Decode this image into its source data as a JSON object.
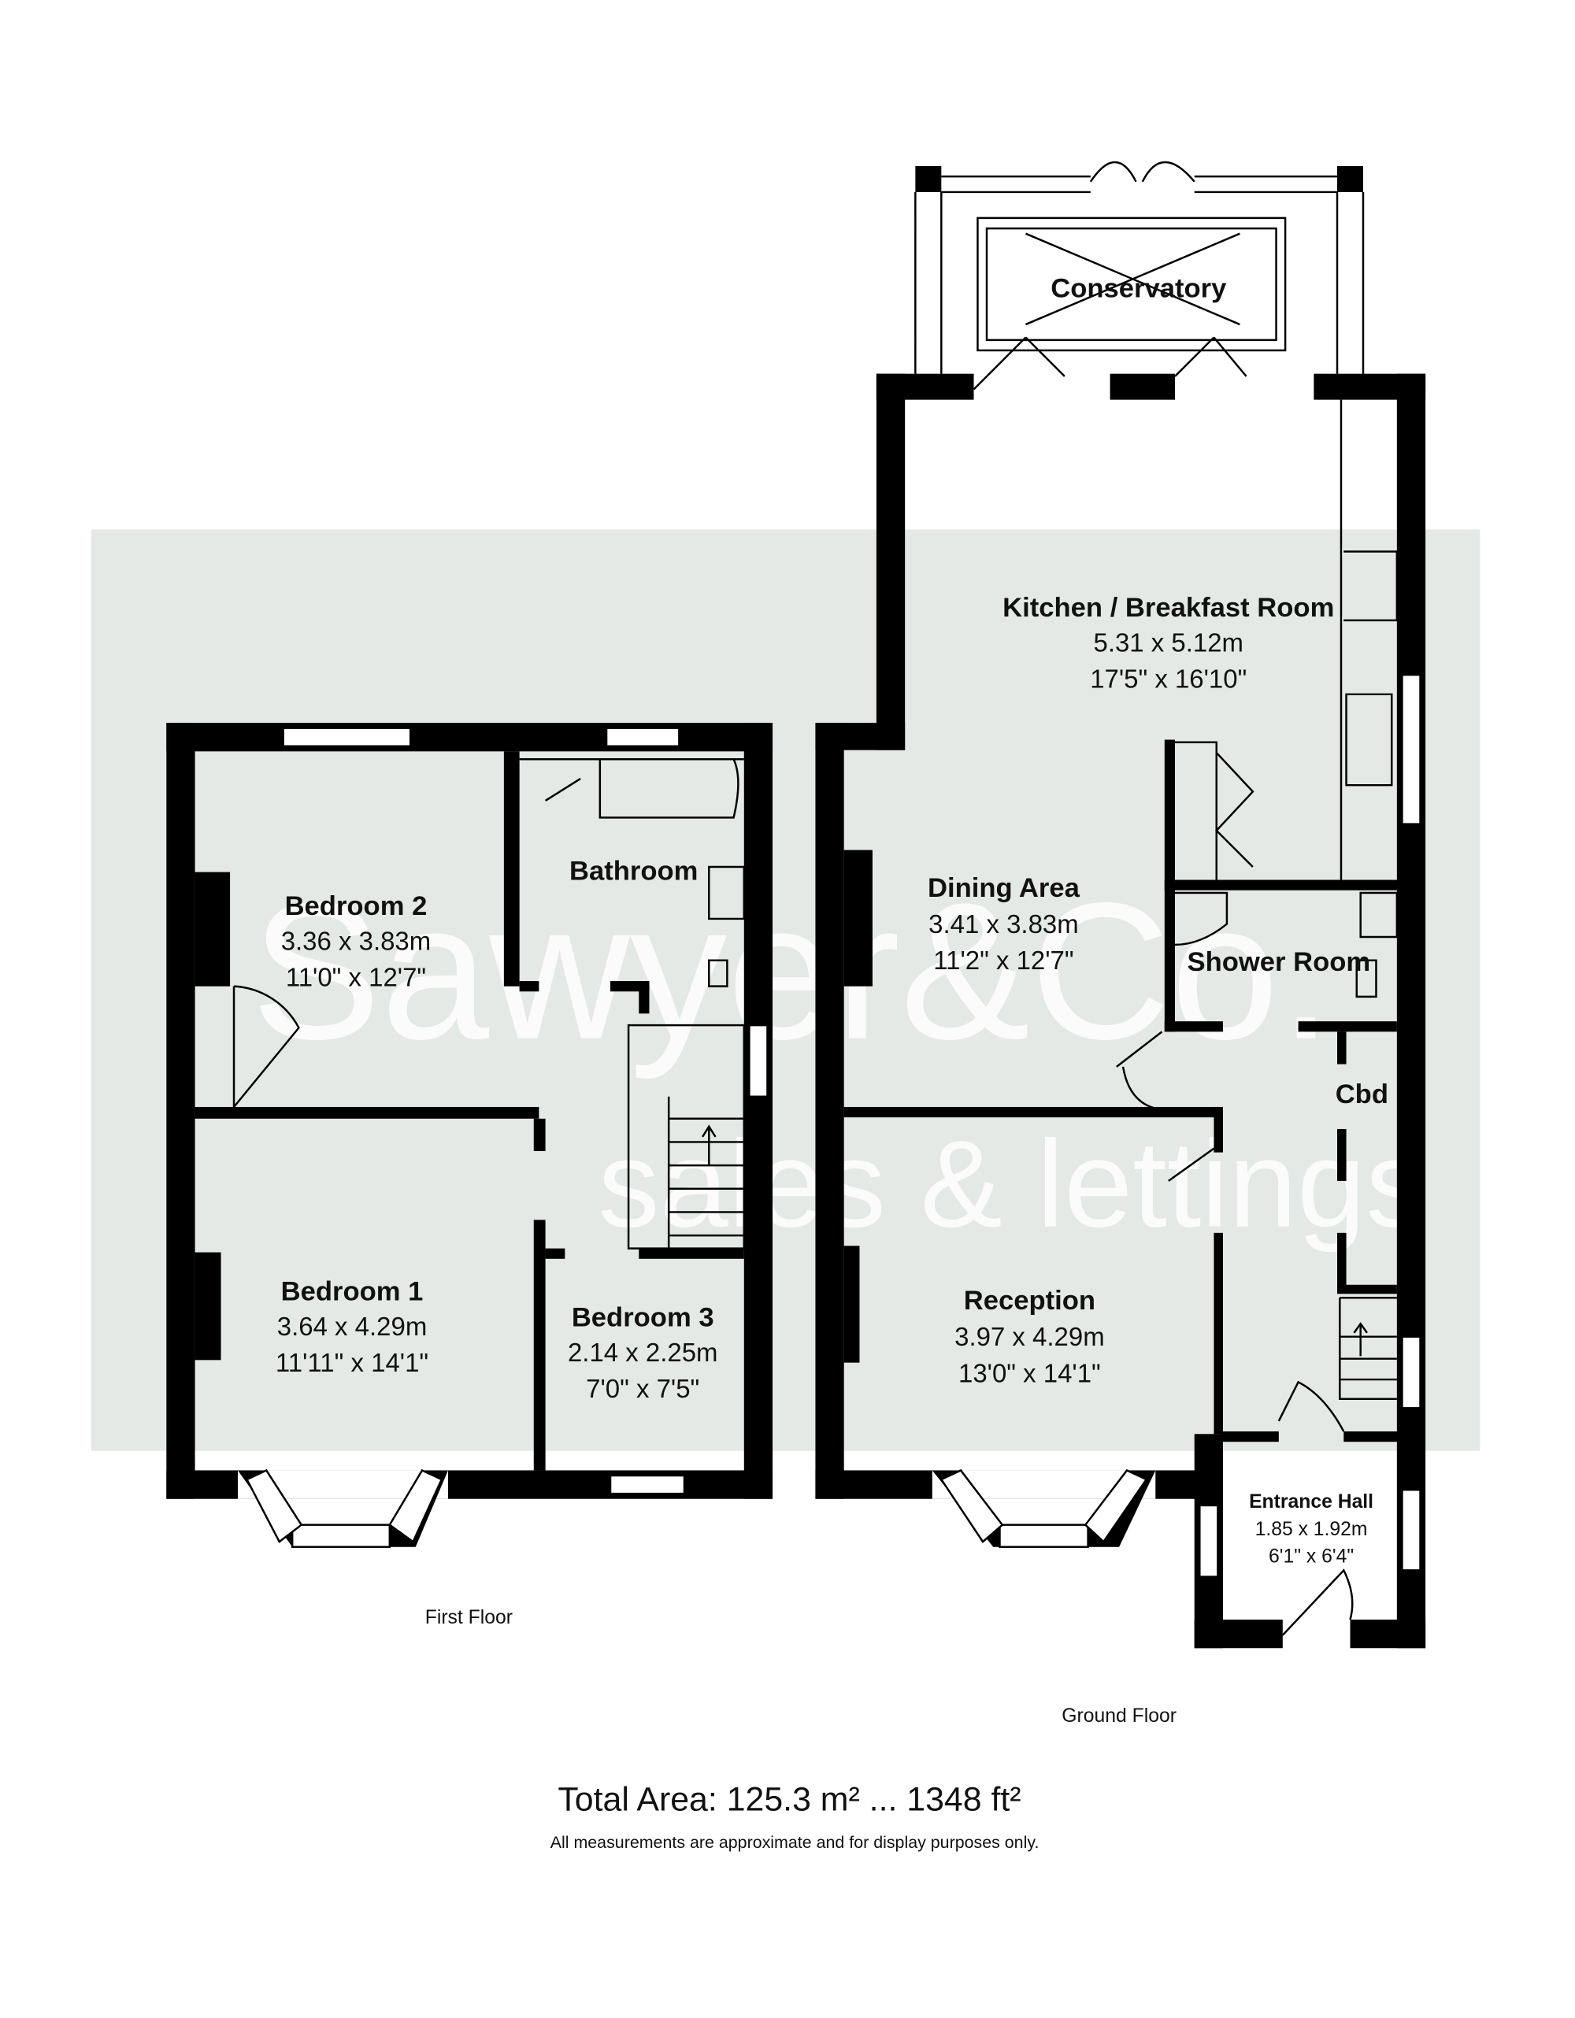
{
  "watermark": {
    "brand": "Sawyer&Co.",
    "tagline": "sales & lettings",
    "band_color": "#e5e9e5"
  },
  "first_floor": {
    "label": "First Floor",
    "rooms": [
      {
        "name": "Bedroom 2",
        "metric": "3.36 x 3.83m",
        "imperial": "11'0\" x 12'7\""
      },
      {
        "name": "Bathroom"
      },
      {
        "name": "Bedroom 1",
        "metric": "3.64 x 4.29m",
        "imperial": "11'11\" x 14'1\""
      },
      {
        "name": "Bedroom 3",
        "metric": "2.14 x 2.25m",
        "imperial": "7'0\" x 7'5\""
      }
    ]
  },
  "ground_floor": {
    "label": "Ground Floor",
    "rooms": [
      {
        "name": "Conservatory"
      },
      {
        "name": "Kitchen / Breakfast Room",
        "metric": "5.31 x 5.12m",
        "imperial": "17'5\" x 16'10\""
      },
      {
        "name": "Dining Area",
        "metric": "3.41 x 3.83m",
        "imperial": "11'2\" x 12'7\""
      },
      {
        "name": "Shower Room"
      },
      {
        "name": "Cbd"
      },
      {
        "name": "Reception",
        "metric": "3.97 x 4.29m",
        "imperial": "13'0\" x 14'1\""
      },
      {
        "name": "Entrance Hall",
        "metric": "1.85 x 1.92m",
        "imperial": "6'1\" x 6'4\""
      }
    ]
  },
  "footer": {
    "total_area": "Total Area: 125.3 m² ... 1348 ft²",
    "disclaimer": "All measurements are approximate and for display purposes only."
  }
}
